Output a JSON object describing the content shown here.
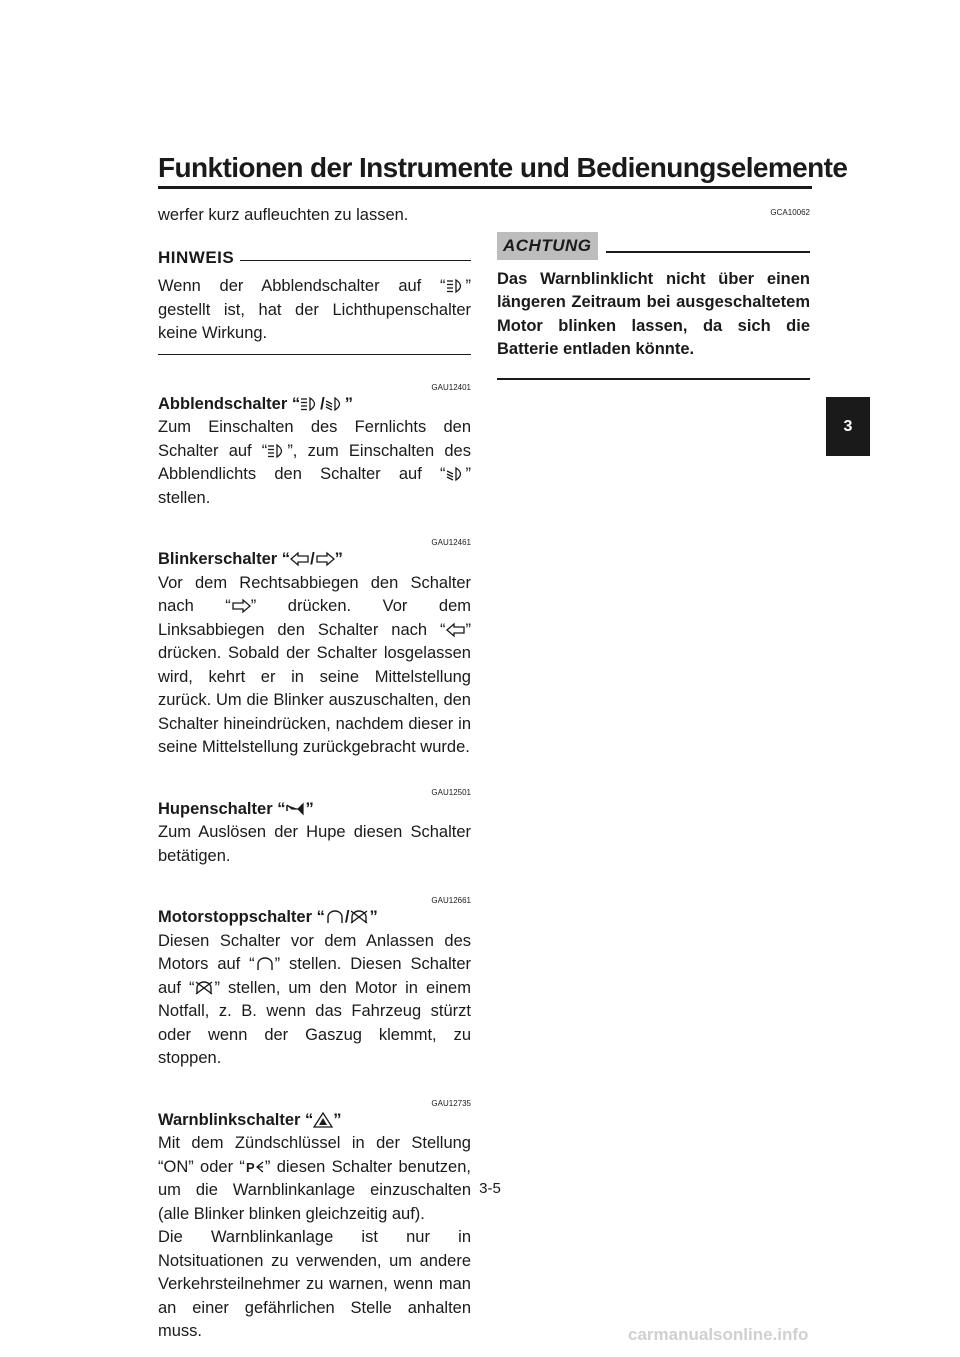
{
  "header": {
    "title": "Funktionen der Instrumente und Bedienungselemente"
  },
  "chapter_tab": "3",
  "left": {
    "intro": "werfer kurz aufleuchten zu lassen.",
    "note": {
      "title": "HINWEIS",
      "text_a": "Wenn der Abblendschalter auf “",
      "text_b": "” gestellt ist, hat der Lichthupenschalter keine Wirkung."
    },
    "dimmer": {
      "ref": "GAU12401",
      "title_a": "Abblendschalter “",
      "title_sep": "/",
      "title_b": "”",
      "t1": "Zum Einschalten des Fernlichts den Schalter auf “",
      "t2": "”, zum Einschalten des Abblendlichts den Schalter auf “",
      "t3": "” stellen."
    },
    "turn": {
      "ref": "GAU12461",
      "title_a": "Blinkerschalter “",
      "title_sep": "/",
      "title_b": "”",
      "t1": "Vor dem Rechtsabbiegen den Schalter nach “",
      "t2": "” drücken. Vor dem Linksabbiegen den Schalter nach “",
      "t3": "” drücken. Sobald der Schalter losgelassen wird, kehrt er in seine Mittelstellung zurück. Um die Blinker auszuschalten, den Schalter hineindrücken, nachdem dieser in seine Mittelstellung zurückgebracht wurde."
    },
    "horn": {
      "ref": "GAU12501",
      "title_a": "Hupenschalter “",
      "title_b": "”",
      "t1": "Zum Auslösen der Hupe diesen Schalter betätigen."
    },
    "stop": {
      "ref": "GAU12661",
      "title_a": "Motorstoppschalter “",
      "title_sep": "/",
      "title_b": "”",
      "t1": "Diesen Schalter vor dem Anlassen des Motors auf “",
      "t2": "” stellen. Diesen Schalter auf “",
      "t3": "” stellen, um den Motor in einem Notfall, z. B. wenn das Fahrzeug stürzt oder wenn der Gaszug klemmt, zu stoppen."
    },
    "hazard": {
      "ref": "GAU12735",
      "title_a": "Warnblinkschalter “",
      "title_b": "”",
      "t1": "Mit dem Zündschlüssel in der Stellung “ON” oder “",
      "t2": "” diesen Schalter benutzen, um die Warnblinkanlage einzuschalten (alle Blinker blinken gleichzeitig auf).",
      "t3": "Die Warnblinkanlage ist nur in Notsituationen zu verwenden, um andere Verkehrsteilnehmer zu warnen, wenn man an einer gefährlichen Stelle anhalten muss."
    }
  },
  "right": {
    "caution": {
      "ref": "GCA10062",
      "title": "ACHTUNG",
      "text": "Das Warnblinklicht nicht über einen längeren Zeitraum bei ausgeschaltetem Motor blinken lassen, da sich die Batterie entladen könnte."
    }
  },
  "footer": {
    "page_number": "3-5",
    "watermark": "carmanualsonline.info"
  },
  "icons": {
    "high_beam": "high-beam-icon",
    "low_beam": "low-beam-icon",
    "left_turn": "left-turn-icon",
    "right_turn": "right-turn-icon",
    "horn": "horn-icon",
    "engine_run": "engine-run-icon",
    "engine_stop": "engine-stop-icon",
    "hazard": "hazard-icon",
    "parking": "parking-icon"
  }
}
